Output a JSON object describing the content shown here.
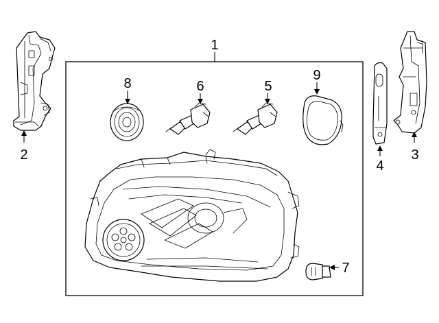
{
  "callouts": {
    "c1": "1",
    "c2": "2",
    "c3": "3",
    "c4": "4",
    "c5": "5",
    "c6": "6",
    "c7": "7",
    "c8": "8",
    "c9": "9"
  },
  "parts": [
    "headlamp-assembly",
    "left-mounting-bracket",
    "right-mounting-bracket",
    "side-marker-lamp",
    "high-beam-bulb",
    "low-beam-bulb",
    "turn-signal-bulb",
    "rear-cover-cap",
    "access-cover"
  ]
}
